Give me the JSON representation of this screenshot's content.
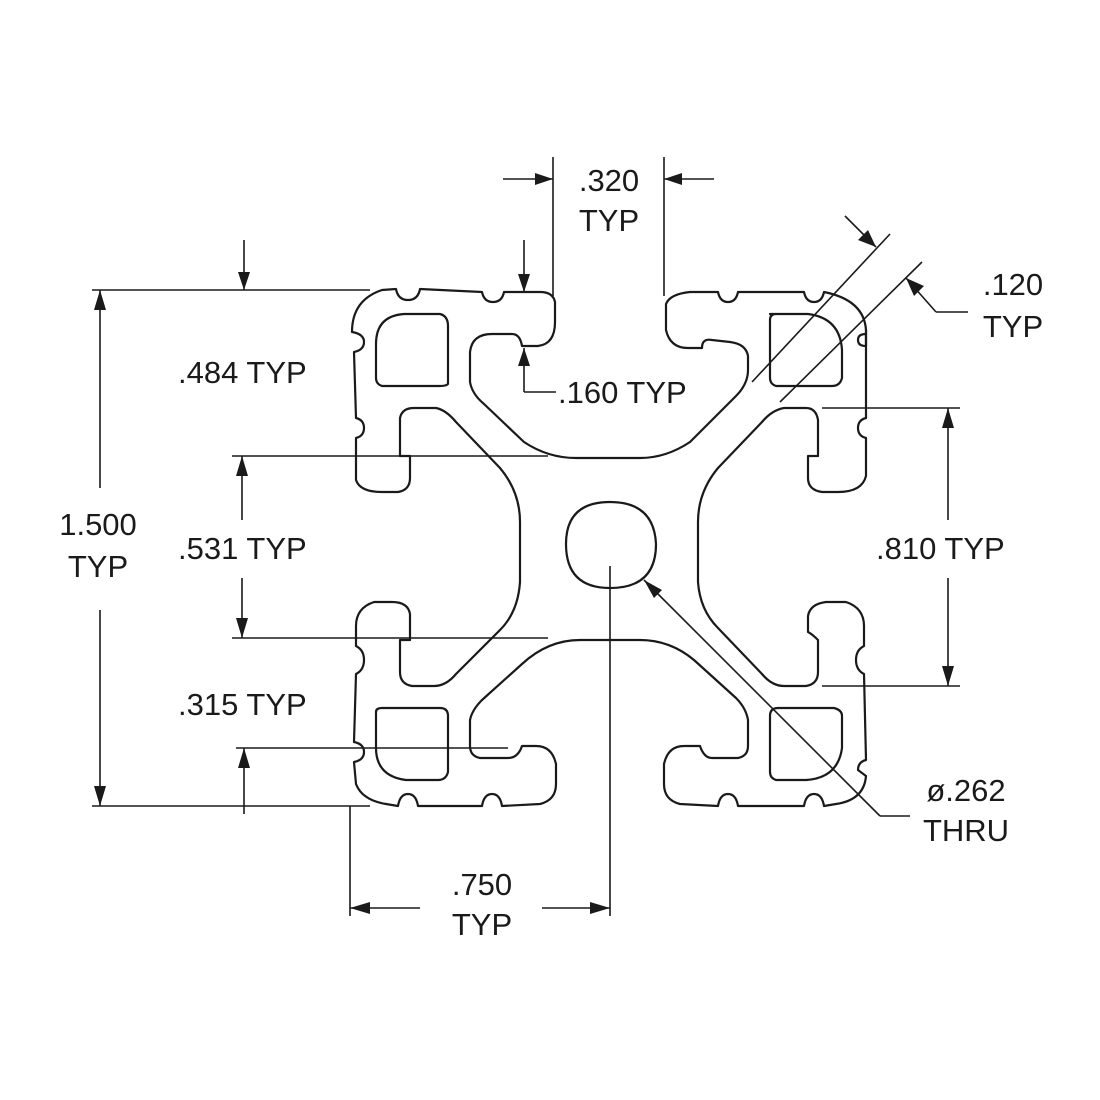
{
  "drawing": {
    "line_color": "#1a1a1a",
    "background": "#ffffff"
  },
  "dimensions": {
    "slot_opening": {
      "value": ".320",
      "note": "TYP"
    },
    "wall_thickness": {
      "value": ".120",
      "note": "TYP"
    },
    "slot_depth": {
      "text": ".484 TYP"
    },
    "lip_thickness": {
      "text": ".160 TYP"
    },
    "overall_size": {
      "value": "1.500",
      "note": "TYP"
    },
    "inner_slot_width": {
      "text": ".531 TYP"
    },
    "lip_height": {
      "text": ".315 TYP"
    },
    "slot_span": {
      "text": ".810 TYP"
    },
    "center_distance": {
      "value": ".750",
      "note": "TYP"
    },
    "center_hole": {
      "value": "ø.262",
      "note": "THRU"
    }
  }
}
